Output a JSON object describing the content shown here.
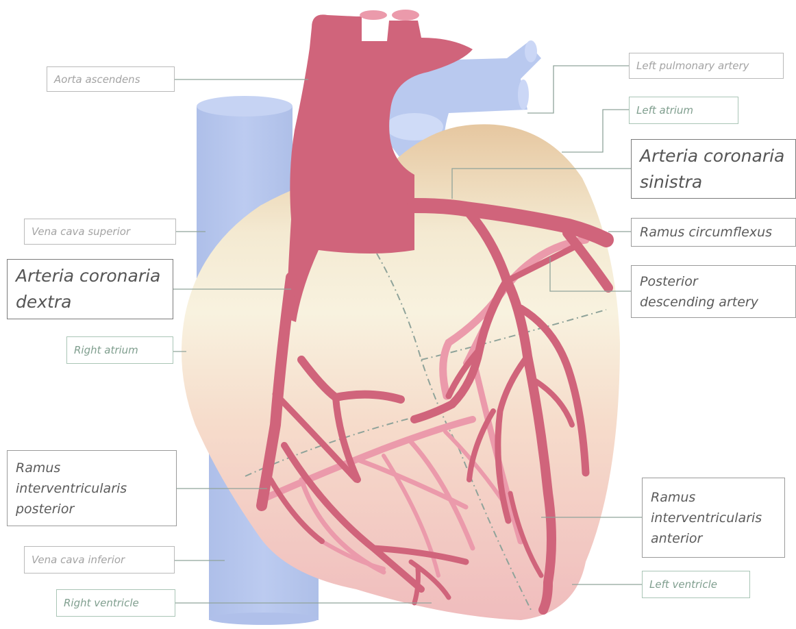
{
  "labels": {
    "aorta_ascendens": "Aorta ascendens",
    "left_pulmonary_artery": "Left pulmonary artery",
    "left_atrium": "Left atrium",
    "arteria_coronaria_sinistra": "Arteria coronaria\nsinistra",
    "vena_cava_superior": "Vena cava superior",
    "ramus_circumflexus": "Ramus circumflexus",
    "arteria_coronaria_dextra": "Arteria coronaria\ndextra",
    "posterior_descending_artery": "Posterior\ndescending artery",
    "right_atrium": "Right atrium",
    "ramus_interventricularis_posterior": "Ramus\ninterventricularis\nposterior",
    "ramus_interventricularis_anterior": "Ramus\ninterventricularis\nanterior",
    "vena_cava_inferior": "Vena cava inferior",
    "left_ventricle": "Left ventricle",
    "right_ventricle": "Right ventricle"
  },
  "colors": {
    "artery": "#d0647b",
    "artery_posterior": "#eb9aab",
    "vein": "#b8c8ef",
    "leader_line": "#8fa39a",
    "heart_top": "#e7cba5",
    "heart_middle": "#f7f1dc",
    "heart_bottom": "#f1c3c3"
  }
}
